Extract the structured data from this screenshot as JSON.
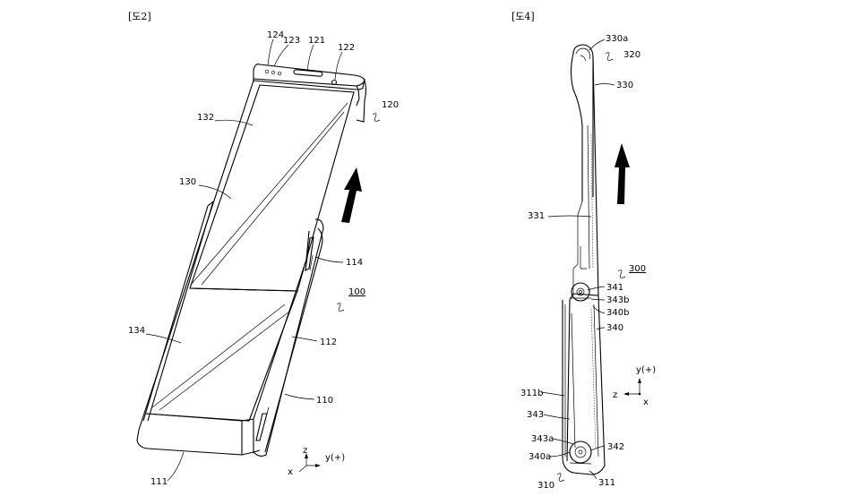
{
  "figures": [
    {
      "title": "[도2]",
      "labels": {
        "l124": "124",
        "l123": "123",
        "l121": "121",
        "l122": "122",
        "l120": "120",
        "l132": "132",
        "l130": "130",
        "l114": "114",
        "l100": "100",
        "l134": "134",
        "l112": "112",
        "l110": "110",
        "l111": "111"
      },
      "axes": {
        "z": "z",
        "y": "y(+)",
        "x": "x"
      }
    },
    {
      "title": "[도4]",
      "labels": {
        "l330a": "330a",
        "l320": "320",
        "l330": "330",
        "l331": "331",
        "l300": "300",
        "l341": "341",
        "l343b": "343b",
        "l340b": "340b",
        "l340": "340",
        "l311b": "311b",
        "l343": "343",
        "l343a": "343a",
        "l342": "342",
        "l340a": "340a",
        "l310": "310",
        "l311": "311"
      },
      "axes": {
        "y": "y(+)",
        "z": "z",
        "x": "x"
      }
    }
  ]
}
